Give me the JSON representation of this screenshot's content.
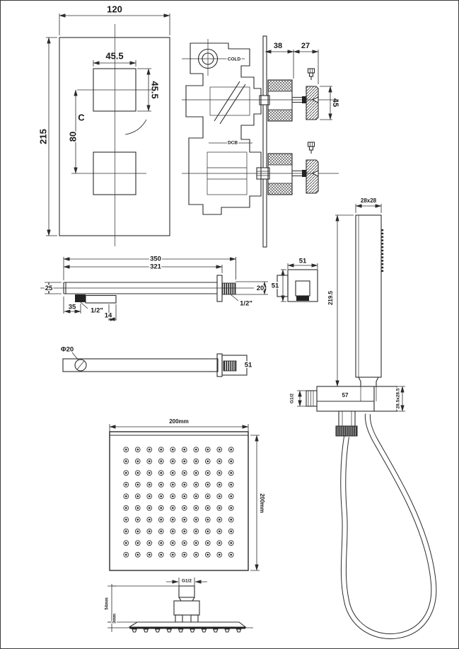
{
  "page": {
    "background": "#ffffff",
    "line_color": "#2b2b2b"
  },
  "views": {
    "front_plate": {
      "width": "120",
      "height": "215",
      "handle_width": "45.5",
      "handle_height": "45.5",
      "center_label": "C",
      "center_distance": "80"
    },
    "valve_side": {
      "cold_label": "COLD",
      "body_label": "DCB",
      "depth": "38",
      "handle_depth": "27",
      "handle_size": "45"
    },
    "arm_side": {
      "overall_length": "350",
      "inner_length": "321",
      "tube_height": "25",
      "outlet_offset": "35",
      "outlet_thread": "1/2\"",
      "outlet_length": "14",
      "end_thread": "1/2\"",
      "end_diameter": "20"
    },
    "flange_detail": {
      "width": "51",
      "height": "51"
    },
    "arm_bottom": {
      "hole_diameter": "Φ20",
      "flange_size": "51"
    },
    "hand_shower": {
      "head_size": "28x28",
      "length": "219.5",
      "bracket_width": "57",
      "bracket_plate": "28.5x28.5",
      "inlet_thread": "G1/2"
    },
    "head_face": {
      "width": "200mm",
      "height": "200mm"
    },
    "head_side": {
      "thread": "G1/2",
      "height": "54mm",
      "lip": "3mm"
    }
  }
}
